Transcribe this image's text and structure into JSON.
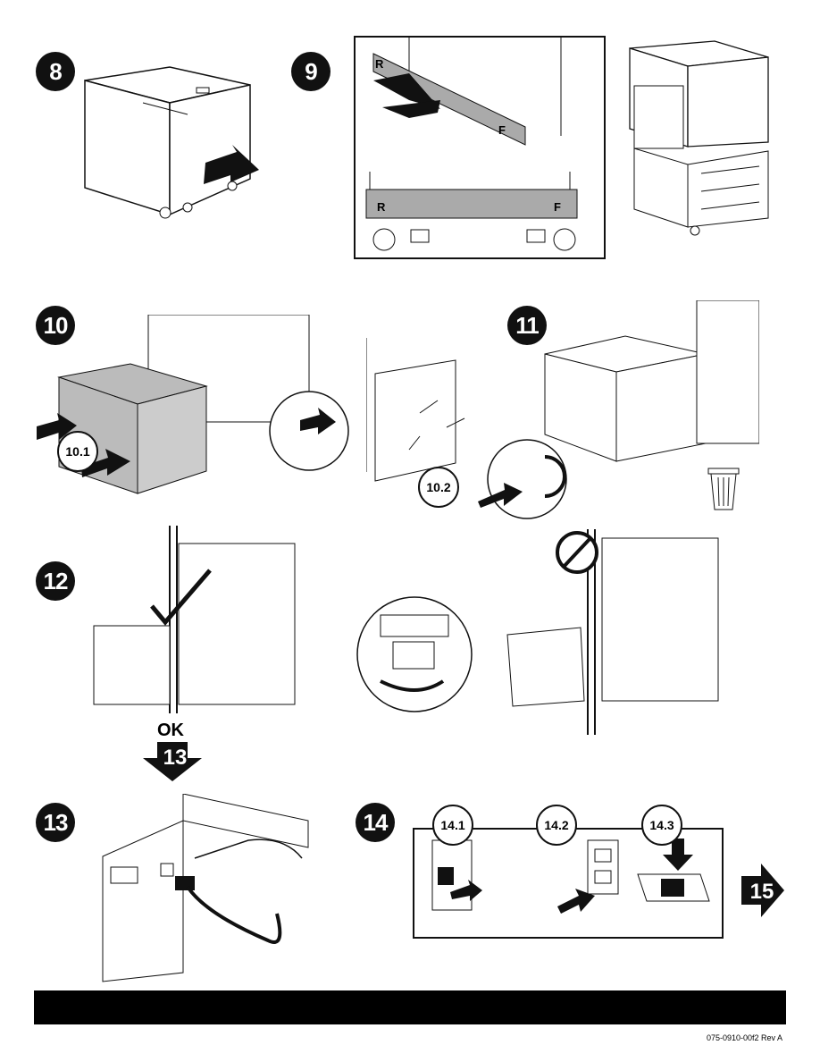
{
  "steps": {
    "s8": "8",
    "s9": "9",
    "s10": "10",
    "s10_1": "10.1",
    "s10_2": "10.2",
    "s11": "11",
    "s12": "12",
    "s13": "13",
    "s14": "14",
    "s14_1": "14.1",
    "s14_2": "14.2",
    "s14_3": "14.3",
    "next_step": "15"
  },
  "step9": {
    "label_r": "R",
    "label_f": "F"
  },
  "step12": {
    "ok_label": "OK",
    "goto_step": "13"
  },
  "footer": {
    "doc_number": "075-0910-00f2 Rev A"
  },
  "icons": [
    "arrow-right-icon",
    "no-symbol-icon",
    "checkmark-icon",
    "trash-can-icon",
    "rotate-arrow-icon"
  ]
}
